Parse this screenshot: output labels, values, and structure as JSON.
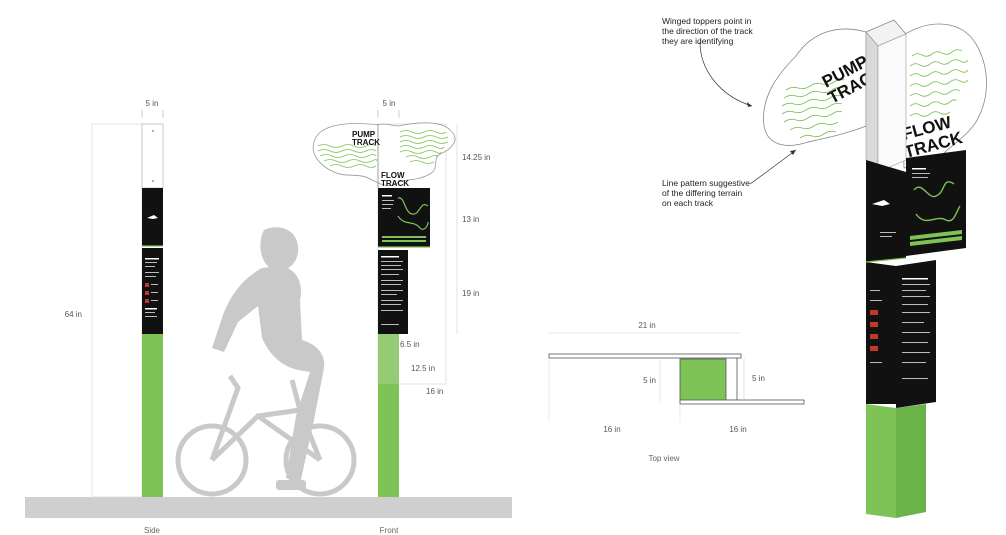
{
  "colors": {
    "green": "#7dc355",
    "black": "#111111",
    "figure": "#c9c9c9",
    "ground": "#cfcfcf"
  },
  "side_view": {
    "caption": "Side",
    "width_label": "5 in",
    "height_label": "64 in"
  },
  "front_view": {
    "caption": "Front",
    "width_label": "5 in",
    "dims": [
      "14.25 in",
      "13 in",
      "19 in",
      "6.5 in",
      "12.5 in",
      "16 in"
    ],
    "topper_left": [
      "PUMP",
      "TRACK"
    ],
    "topper_right": [
      "FLOW",
      "TRACK"
    ]
  },
  "top_view": {
    "caption": "Top view",
    "overall_label": "21 in",
    "left_depth_label": "5 in",
    "right_depth_label": "5 in",
    "left_width_label": "16 in",
    "right_width_label": "16 in"
  },
  "perspective": {
    "topper_left": [
      "PUMP",
      "TRACK"
    ],
    "topper_right": [
      "FLOW",
      "TRACK"
    ],
    "annotation_top": [
      "Winged toppers point in",
      "the direction of the track",
      "they are identifying"
    ],
    "annotation_bottom": [
      "Line pattern suggestive",
      "of the differing terrain",
      "on each track"
    ]
  }
}
